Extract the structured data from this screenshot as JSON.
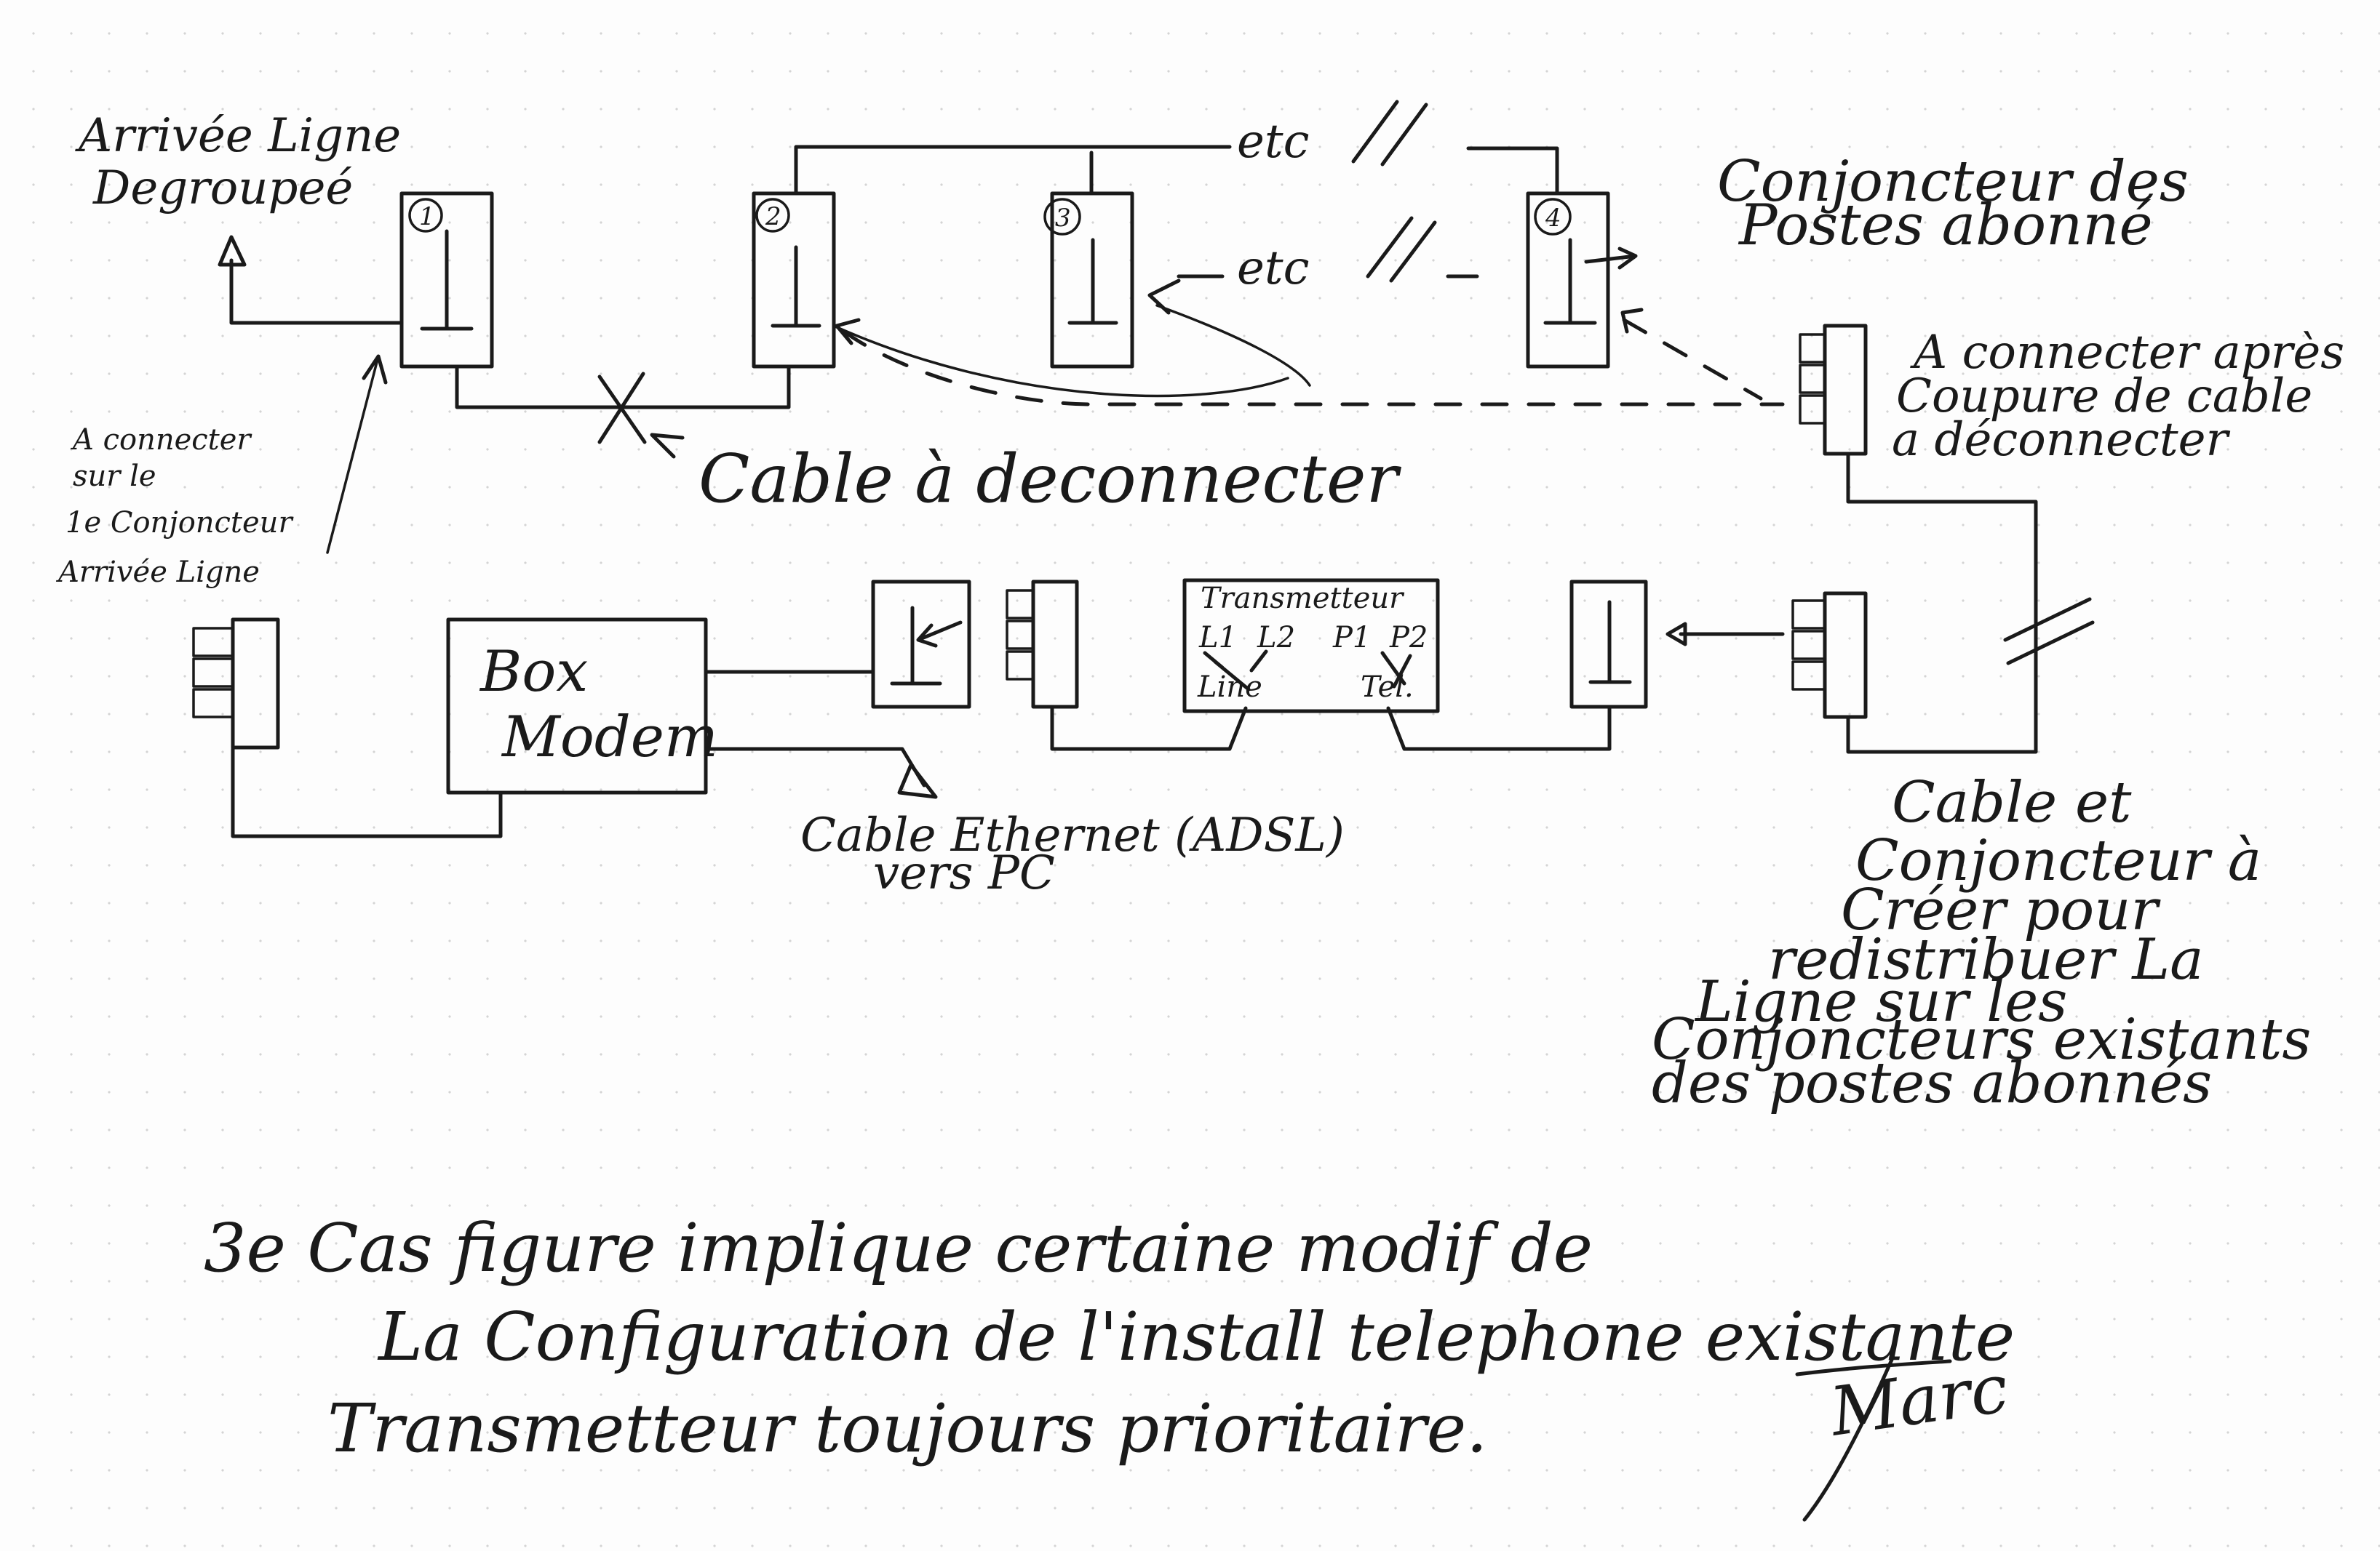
{
  "labels": {
    "arrivee_ligne": [
      "Arrivée Ligne",
      "Degroupeé"
    ],
    "conjoncteur_postes": [
      "Conjoncteur des",
      "Postes abonné"
    ],
    "etc_top": "etc",
    "etc_mid": "etc",
    "a_connecter_apres": [
      "A connecter après",
      "Coupure de cable",
      "a déconnecter"
    ],
    "cable_a_deconnecter": "Cable à deconnecter",
    "a_connecter_sur": [
      "A connecter",
      "sur le",
      "1e Conjoncteur",
      "Arrivée Ligne"
    ],
    "box_modem": [
      "Box",
      "Modem"
    ],
    "transmetteur": "Transmetteur",
    "transmetteur_terminals": [
      "L1",
      "L2",
      "P1",
      "P2"
    ],
    "transmetteur_bottom": [
      "Line",
      "Tel."
    ],
    "cable_ethernet": [
      "Cable Ethernet (ADSL)",
      "vers PC"
    ],
    "cable_conjoncteur": [
      "Cable et",
      "Conjoncteur à",
      "Créer pour",
      "redistribuer La",
      "Ligne sur les",
      "Conjoncteurs existants",
      "des postes abonnés"
    ],
    "conclusion": [
      "3e Cas figure implique certaine modif de",
      "La Configuration de l'install telephone existante",
      "Transmetteur toujours prioritaire."
    ],
    "signature": "Marc"
  },
  "conjoncteurs": [
    {
      "number": "1"
    },
    {
      "number": "2"
    },
    {
      "number": "3"
    },
    {
      "number": "4"
    }
  ],
  "colors": {
    "ink": "#1a1a1a",
    "paper": "#fdfdfd",
    "grid_dot": "#d4d4d4"
  }
}
